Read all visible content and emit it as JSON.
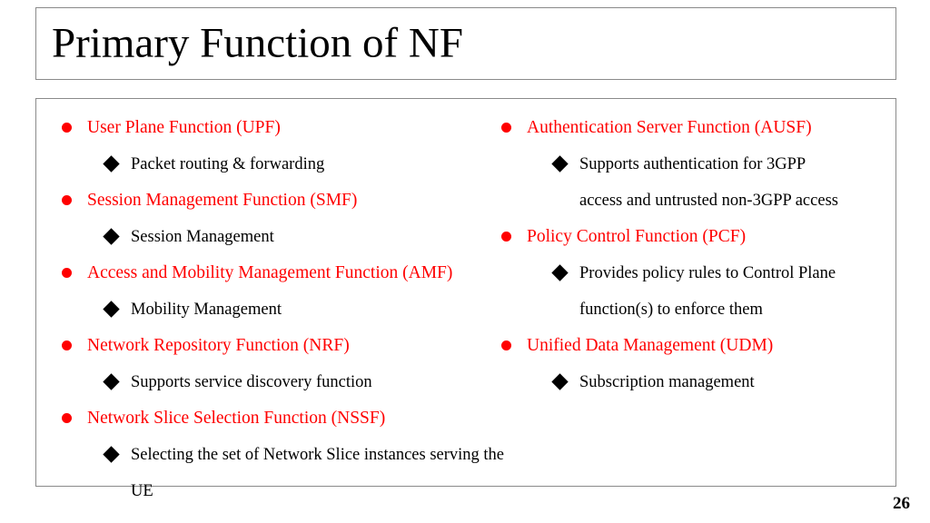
{
  "slide": {
    "title": "Primary Function of NF",
    "page_number": "26",
    "accent_color": "#ff0000",
    "text_color": "#000000",
    "background_color": "#ffffff",
    "border_color": "#8a8a8a",
    "bullet_icons": {
      "level1": "filled-circle",
      "level2": "filled-diamond"
    }
  },
  "columns": {
    "left": {
      "items": [
        {
          "label": "User Plane Function (UPF)",
          "sub": [
            {
              "lines": [
                "Packet routing & forwarding"
              ]
            }
          ]
        },
        {
          "label": "Session Management Function (SMF)",
          "sub": [
            {
              "lines": [
                "Session Management"
              ]
            }
          ]
        },
        {
          "label": "Access and Mobility Management Function (AMF)",
          "sub": [
            {
              "lines": [
                "Mobility Management"
              ]
            }
          ]
        },
        {
          "label": "Network Repository Function (NRF)",
          "sub": [
            {
              "lines": [
                "Supports service discovery function"
              ]
            }
          ]
        },
        {
          "label": "Network Slice Selection Function (NSSF)",
          "sub": [
            {
              "lines": [
                "Selecting the set of Network Slice instances serving the UE"
              ]
            }
          ]
        }
      ]
    },
    "right": {
      "items": [
        {
          "label": "Authentication Server Function (AUSF)",
          "sub": [
            {
              "lines": [
                "Supports authentication for 3GPP",
                "access and untrusted non-3GPP access"
              ]
            }
          ]
        },
        {
          "label": "Policy Control Function (PCF)",
          "sub": [
            {
              "lines": [
                "Provides policy rules to Control Plane",
                "function(s) to enforce them"
              ]
            }
          ]
        },
        {
          "label": "Unified Data Management (UDM)",
          "sub": [
            {
              "lines": [
                "Subscription management"
              ]
            }
          ]
        }
      ]
    }
  }
}
